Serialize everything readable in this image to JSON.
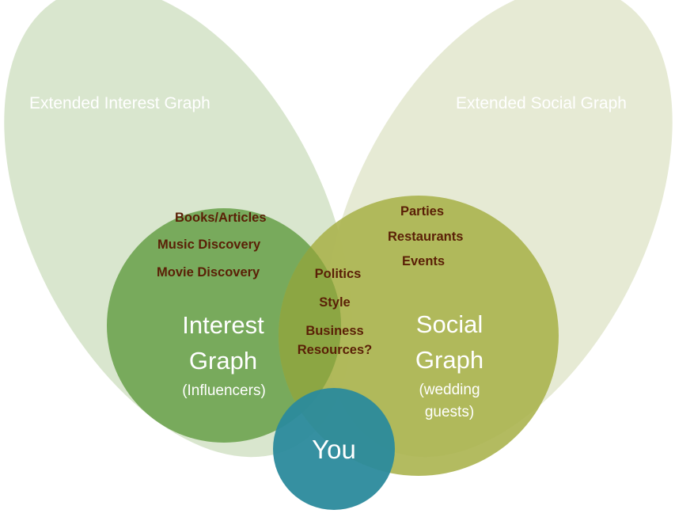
{
  "extended_interest": {
    "label": "Extended Interest Graph"
  },
  "extended_social": {
    "label": "Extended Social Graph"
  },
  "interest_graph": {
    "line1": "Interest",
    "line2": "Graph",
    "sub": "(Influencers)",
    "items": [
      "Books/Articles",
      "Music Discovery",
      "Movie Discovery"
    ]
  },
  "social_graph": {
    "line1": "Social",
    "line2": "Graph",
    "sub1": "(wedding",
    "sub2": "guests)",
    "items": [
      "Parties",
      "Restaurants",
      "Events"
    ]
  },
  "overlap": {
    "items": [
      "Politics",
      "Style",
      "Business",
      "Resources?"
    ]
  },
  "you": {
    "label": "You"
  },
  "colors": {
    "extended_interest": "#d5e3c9",
    "extended_social": "#e3e8cf",
    "interest_circle": "#6aa24c",
    "social_circle": "#a9b24a",
    "overlap": "#8ba542",
    "you_circle": "#2b8a9c",
    "item_text": "#5a1f06"
  }
}
